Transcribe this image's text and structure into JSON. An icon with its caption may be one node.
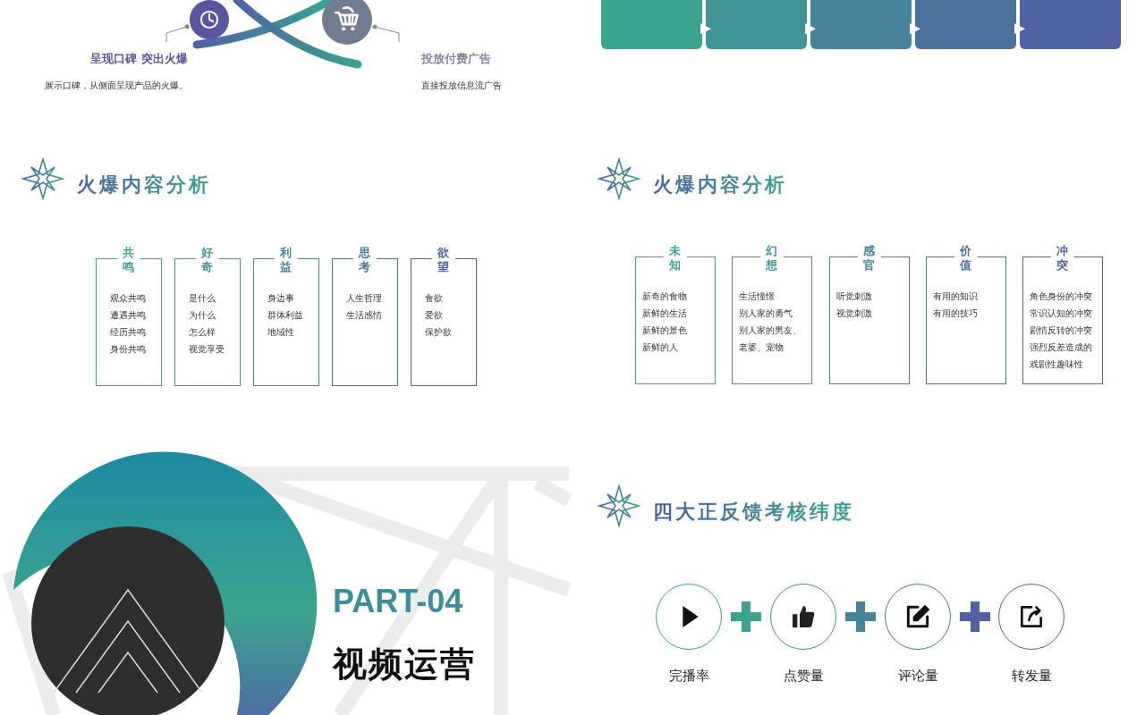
{
  "diagram": {
    "nodes": [
      {
        "text": [],
        "shape": "circle"
      },
      {
        "text": [
          "呈现口碑 突出火爆",
          "展示口碑，从侧面呈现产品的火爆。"
        ]
      },
      {
        "text": [],
        "shape": "circle"
      },
      {
        "text": [
          "投放付费广告",
          "直接投放信息流广告"
        ]
      },
      {
        "text": [],
        "shape": "box"
      },
      {
        "text": [],
        "shape": "box"
      },
      {
        "text": [],
        "shape": "box"
      },
      {
        "text": [],
        "shape": "box"
      },
      {
        "text": [],
        "shape": "box"
      },
      {
        "text": [
          "共鸣",
          "观众共鸣",
          "遭遇共鸣",
          "经历共鸣",
          "身份共鸣"
        ]
      },
      {
        "text": [
          "好奇",
          "是什么",
          "为什么",
          "怎么样",
          "视觉享受"
        ]
      },
      {
        "text": [
          "利益",
          "身边事",
          "群体利益",
          "地域性"
        ]
      },
      {
        "text": [
          "思考",
          "人生哲理",
          "生活感情"
        ]
      },
      {
        "text": [
          "欲望",
          "食欲",
          "爱欲",
          "保护欲"
        ]
      },
      {
        "text": [
          "未知",
          "新奇的食物",
          "新鲜的生活",
          "新鲜的景色",
          "新鲜的人"
        ]
      },
      {
        "text": [
          "幻想",
          "生活憧憬",
          "别人家的勇气",
          "别人家的男友、老婆、宠物"
        ]
      },
      {
        "text": [
          "感官",
          "听觉刺激",
          "视觉刺激"
        ]
      },
      {
        "text": [
          "价值",
          "有用的知识",
          "有用的技巧"
        ]
      },
      {
        "text": [
          "冲突",
          "角色身份的冲突",
          "常识认知的冲突",
          "剧情反转的冲突",
          "强烈反差造成的戏剧性趣味性"
        ]
      },
      {
        "text": [],
        "shape": "circle",
        "beside": [
          "完播率"
        ]
      },
      {
        "text": [],
        "shape": "circle",
        "beside": [
          "点赞量"
        ]
      },
      {
        "text": [],
        "shape": "circle",
        "beside": [
          "评论量"
        ]
      },
      {
        "text": [],
        "shape": "circle",
        "beside": [
          "转发量"
        ]
      }
    ],
    "edges": [
      {
        "from": 1,
        "to": 0,
        "arrow": "other",
        "color": "#888888"
      },
      {
        "from": 3,
        "to": 2,
        "arrow": "other",
        "color": "#888888"
      },
      {
        "from": 4,
        "to": 5,
        "arrow": "to"
      },
      {
        "from": 5,
        "to": 6,
        "arrow": "to"
      },
      {
        "from": 6,
        "to": 7,
        "arrow": "to"
      },
      {
        "from": 7,
        "to": 8,
        "arrow": "to"
      }
    ],
    "labels": [
      "火爆内容分析",
      "火爆内容分析",
      "四大正反馈考核纬度",
      "PART-04",
      "视频运营"
    ]
  }
}
